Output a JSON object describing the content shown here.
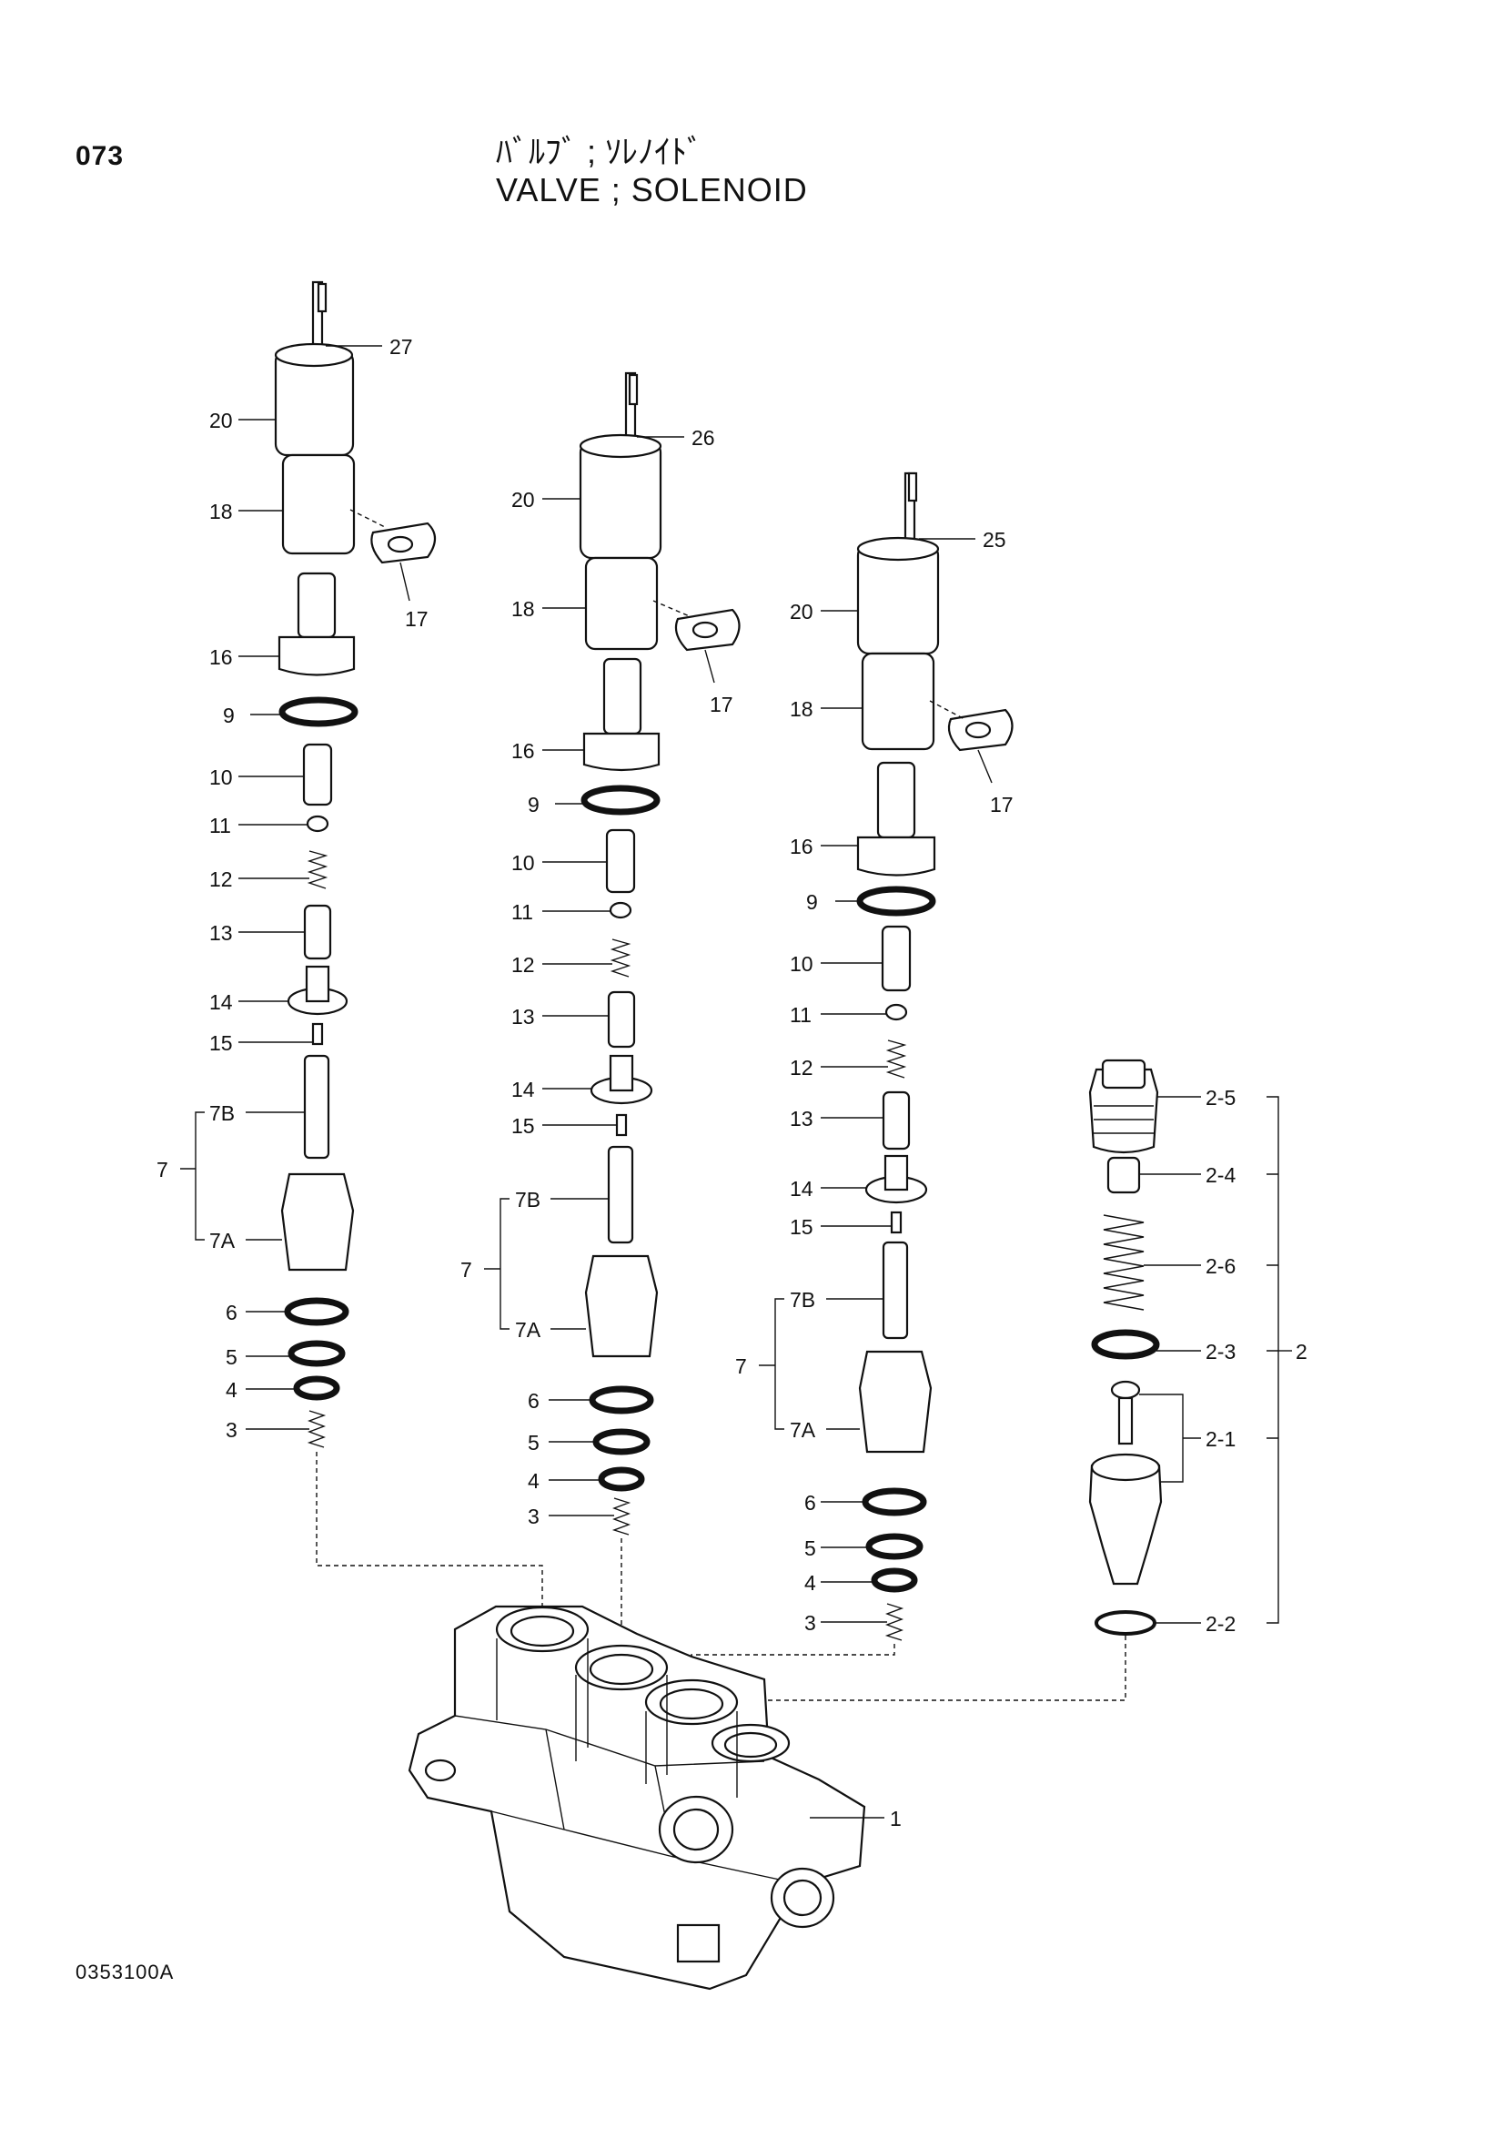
{
  "header": {
    "page_number": "073",
    "title_jp": "ﾊﾞﾙﾌﾞ ; ｿﾚﾉｲﾄﾞ",
    "title_en": "VALVE ; SOLENOID"
  },
  "footer": {
    "drawing_code": "0353100A"
  },
  "assemblies": [
    {
      "id": "left",
      "labels": {
        "connector": "27",
        "cap": "20",
        "coil": "18",
        "plate": "17",
        "body": "16",
        "oring_large": "9",
        "sleeve": "10",
        "ring_small": "11",
        "spring_upper": "12",
        "plunger": "13",
        "flange": "14",
        "pin": "15",
        "spool": "7B",
        "seat": "7A",
        "group": "7",
        "oring_a": "6",
        "oring_b": "5",
        "oring_c": "4",
        "spring_lower": "3"
      }
    },
    {
      "id": "middle",
      "labels": {
        "connector": "26",
        "cap": "20",
        "coil": "18",
        "plate": "17",
        "body": "16",
        "oring_large": "9",
        "sleeve": "10",
        "ring_small": "11",
        "spring_upper": "12",
        "plunger": "13",
        "flange": "14",
        "pin": "15",
        "spool": "7B",
        "seat": "7A",
        "group": "7",
        "oring_a": "6",
        "oring_b": "5",
        "oring_c": "4",
        "spring_lower": "3"
      }
    },
    {
      "id": "right",
      "labels": {
        "connector": "25",
        "cap": "20",
        "coil": "18",
        "plate": "17",
        "body": "16",
        "oring_large": "9",
        "sleeve": "10",
        "ring_small": "11",
        "spring_upper": "12",
        "plunger": "13",
        "flange": "14",
        "pin": "15",
        "spool": "7B",
        "seat": "7A",
        "group": "7",
        "oring_a": "6",
        "oring_b": "5",
        "oring_c": "4",
        "spring_lower": "3"
      }
    }
  ],
  "relief_valve": {
    "plug": "2-5",
    "spring_seat": "2-4",
    "spring": "2-6",
    "oring": "2-3",
    "valve_set": "2-1",
    "ring": "2-2",
    "group": "2"
  },
  "housing": {
    "label": "1"
  }
}
